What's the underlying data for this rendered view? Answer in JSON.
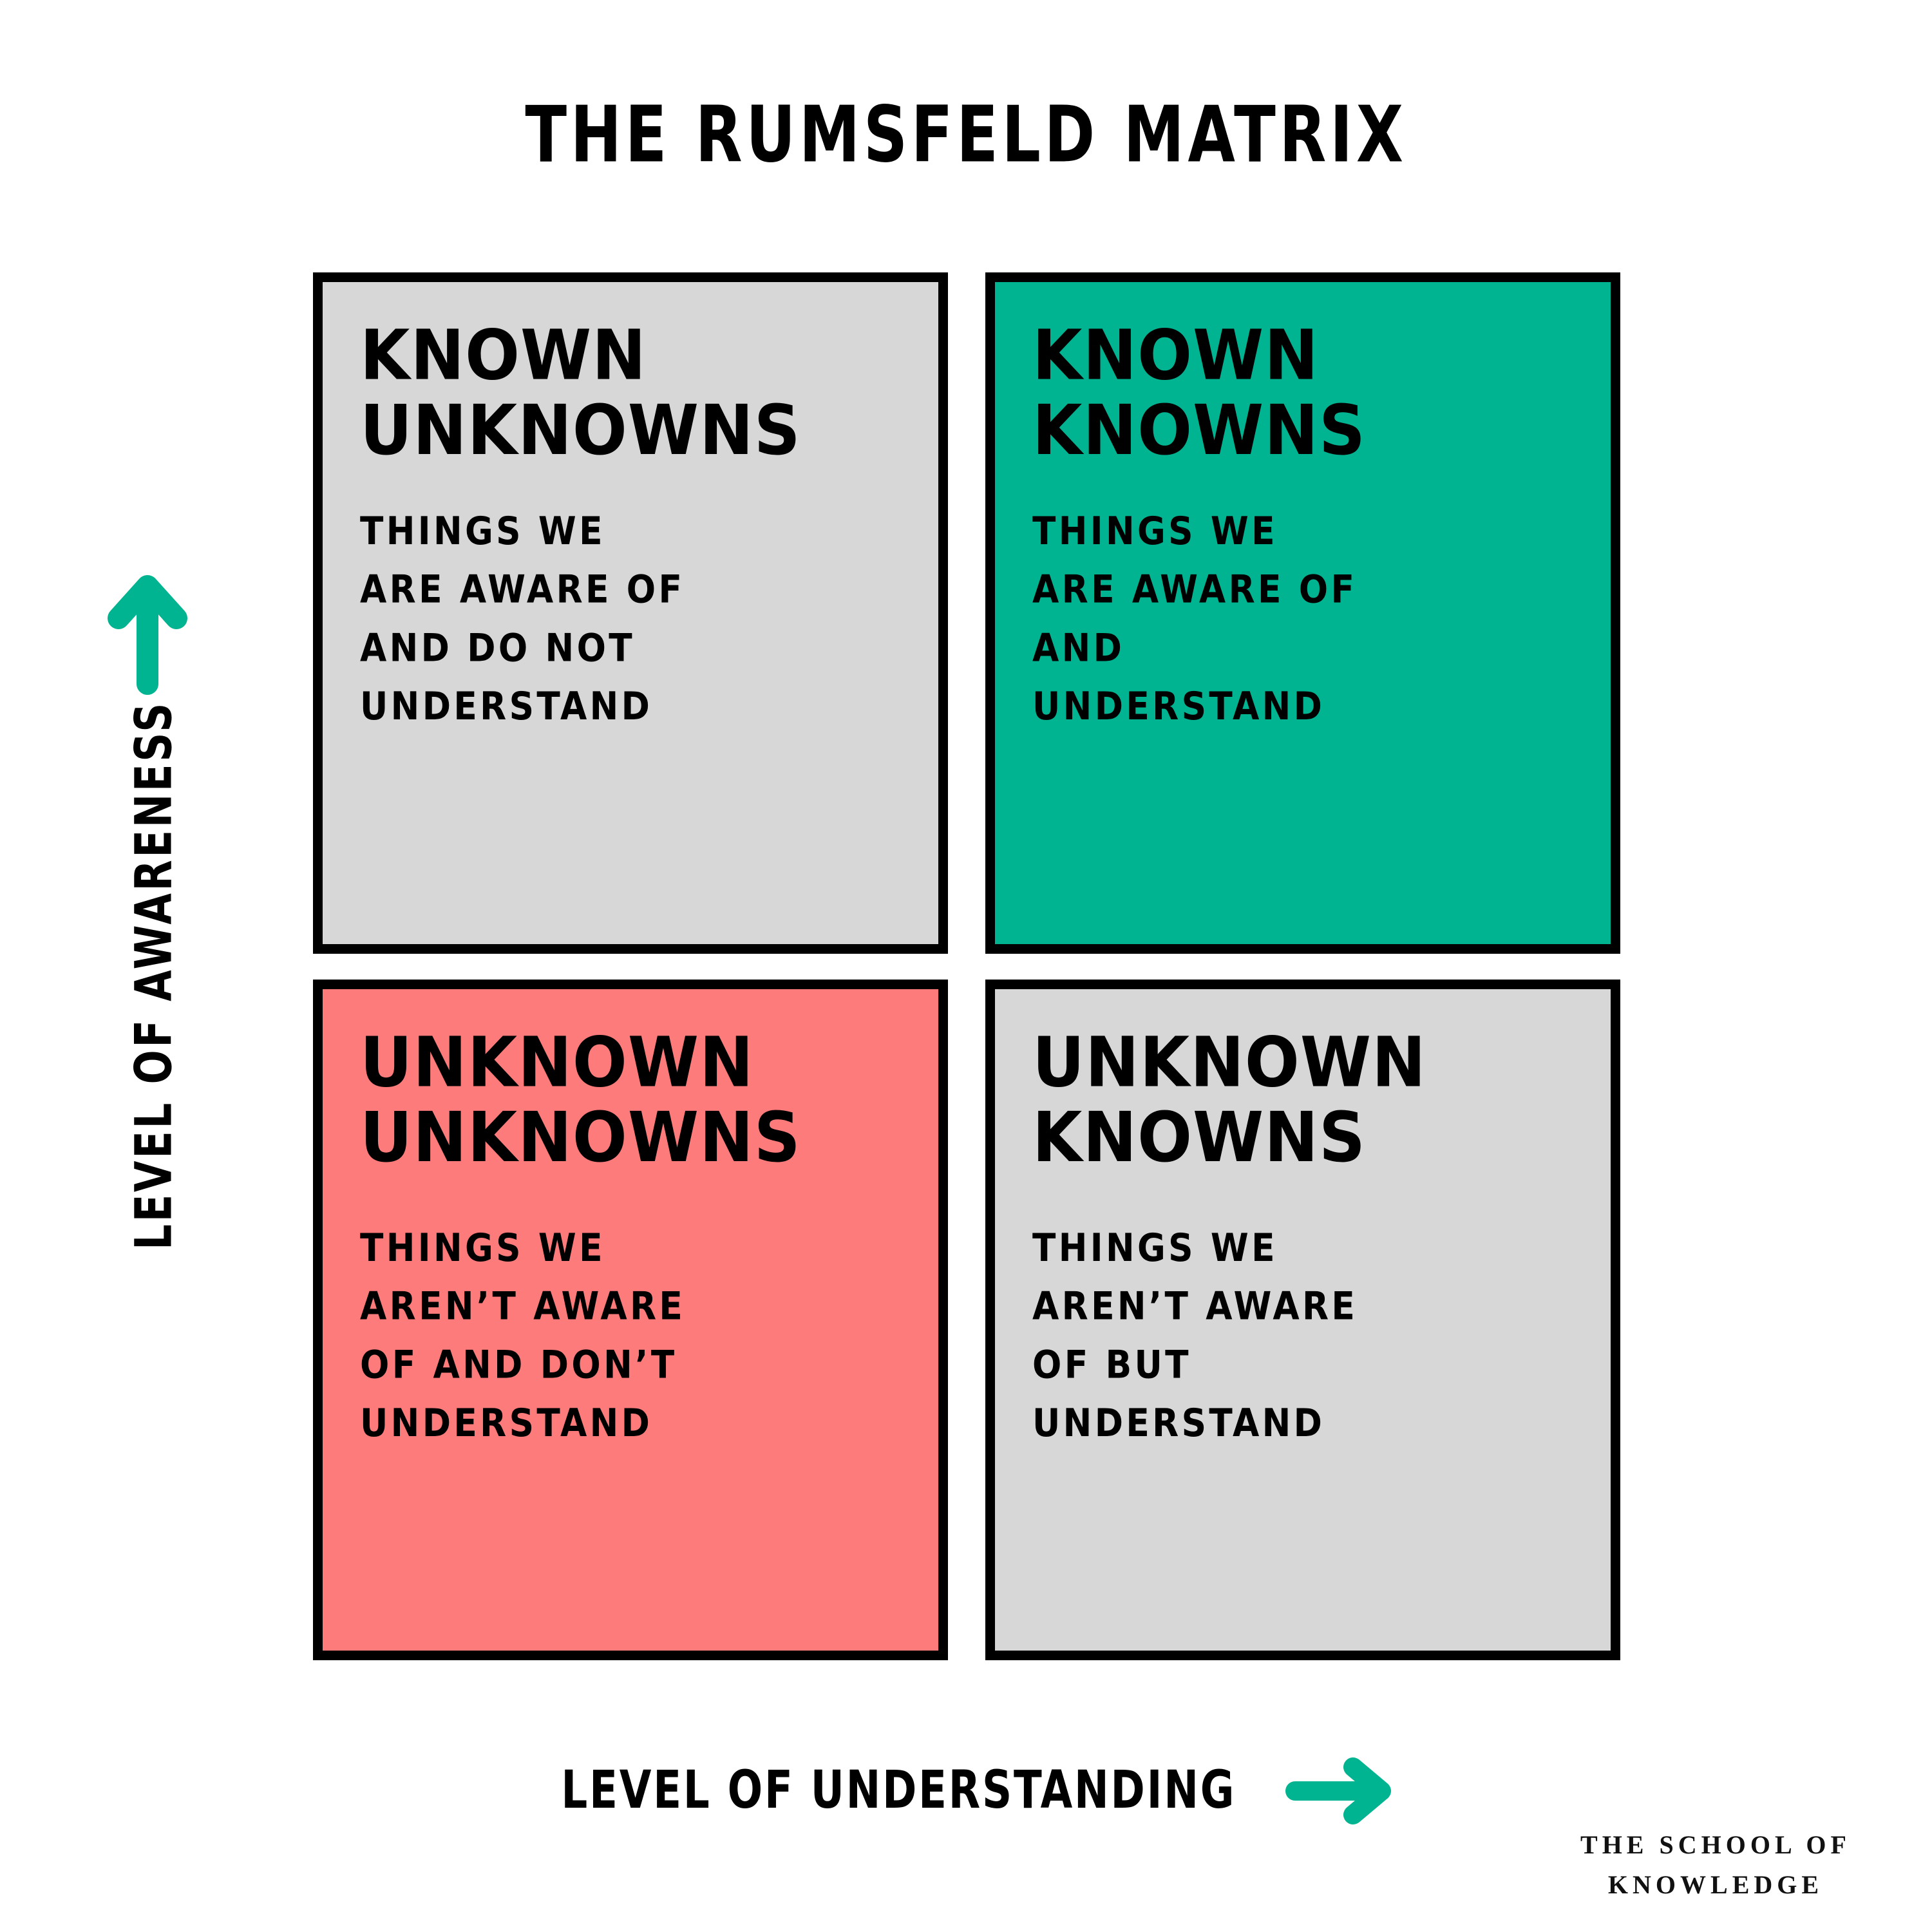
{
  "title": "THE RUMSFELD MATRIX",
  "colors": {
    "teal": "#00B391",
    "coral": "#FD7B7B",
    "gray": "#D7D7D7",
    "black": "#000000",
    "background": "#FFFFFF"
  },
  "axes": {
    "y": {
      "label": "LEVEL OF AWARENESS",
      "arrow": "arrow-up-icon",
      "arrow_color": "#00B391",
      "direction": "up"
    },
    "x": {
      "label": "LEVEL OF UNDERSTANDING",
      "arrow": "arrow-right-icon",
      "arrow_color": "#00B391",
      "direction": "right"
    }
  },
  "quadrants": [
    {
      "id": "known-unknowns",
      "position": "top-left",
      "heading": "KNOWN\nUNKNOWNS",
      "body": "THINGS WE\nARE AWARE OF\nAND DO NOT\nUNDERSTAND",
      "fill": "#D7D7D7"
    },
    {
      "id": "known-knowns",
      "position": "top-right",
      "heading": "KNOWN\nKNOWNS",
      "body": "THINGS WE\nARE AWARE OF\nAND\nUNDERSTAND",
      "fill": "#00B391"
    },
    {
      "id": "unknown-unknowns",
      "position": "bottom-left",
      "heading": "UNKNOWN\nUNKNOWNS",
      "body": "THINGS WE\nAREN’T AWARE\nOF AND DON’T\nUNDERSTAND",
      "fill": "#FD7B7B"
    },
    {
      "id": "unknown-knowns",
      "position": "bottom-right",
      "heading": "UNKNOWN\nKNOWNS",
      "body": "THINGS WE\nAREN’T AWARE\nOF BUT\nUNDERSTAND",
      "fill": "#D7D7D7"
    }
  ],
  "footer": {
    "line1": "THE SCHOOL OF",
    "line2": "KNOWLEDGE"
  }
}
